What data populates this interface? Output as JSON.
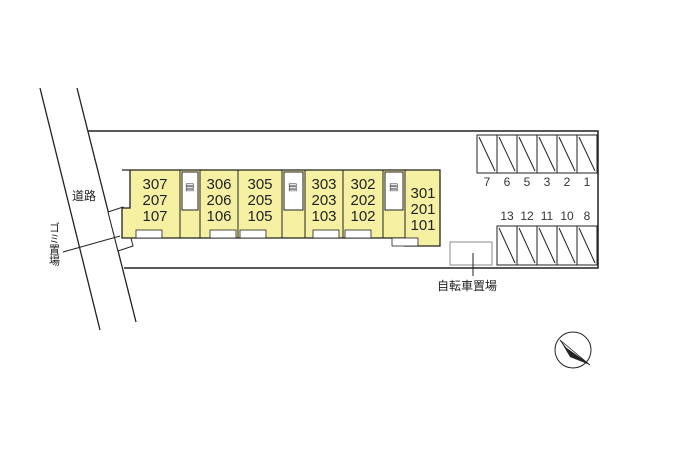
{
  "labels": {
    "road": "道路",
    "garbage": "ゴミ置場",
    "bicycle_parking": "自転車置場"
  },
  "units": [
    {
      "floors": [
        "307",
        "207",
        "107"
      ]
    },
    {
      "floors": [
        "306",
        "206",
        "106"
      ]
    },
    {
      "floors": [
        "305",
        "205",
        "105"
      ]
    },
    {
      "floors": [
        "303",
        "203",
        "103"
      ]
    },
    {
      "floors": [
        "302",
        "202",
        "102"
      ]
    },
    {
      "floors": [
        "301",
        "201",
        "101"
      ]
    }
  ],
  "parking_top": [
    "7",
    "6",
    "5",
    "3",
    "2",
    "1"
  ],
  "parking_bottom": [
    "13",
    "12",
    "11",
    "10",
    "8"
  ],
  "colors": {
    "building": "#f6f1a2",
    "line": "#222222"
  }
}
